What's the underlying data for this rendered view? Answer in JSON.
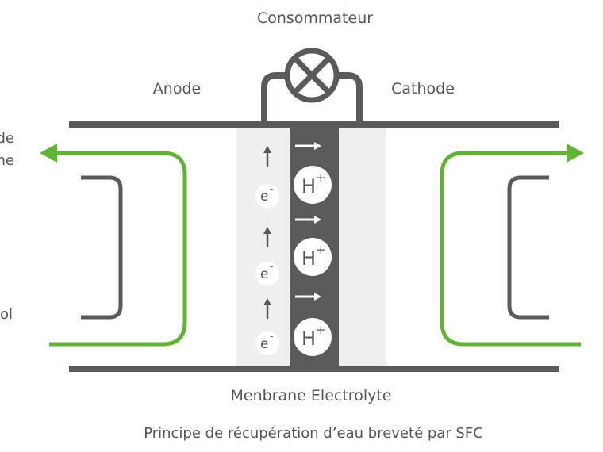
{
  "labels": {
    "consumer": "Consommateur",
    "anode": "Anode",
    "cathode": "Cathode",
    "membrane": "Menbrane Electrolyte",
    "caption": "Principe de récupération d’eau breveté par SFC",
    "left_cut_top_1": "de",
    "left_cut_top_2": "ne",
    "left_cut_bottom": "ol"
  },
  "cell": {
    "proton_label": "H",
    "proton_charge": "+",
    "electron_label": "e",
    "electron_charge": "-",
    "protons": [
      {
        "name": "proton-1"
      },
      {
        "name": "proton-2"
      },
      {
        "name": "proton-3"
      }
    ],
    "electrons": [
      {
        "name": "electron-1"
      },
      {
        "name": "electron-2"
      },
      {
        "name": "electron-3"
      }
    ]
  },
  "colors": {
    "dark_gray": "#5a5a5a",
    "light_gray": "#efefef",
    "green": "#5fb533",
    "white": "#ffffff",
    "text": "#555555"
  },
  "icons": {
    "consumer_symbol": "lamp-cross-icon",
    "flow_left": "arrow-left-icon",
    "flow_right": "arrow-right-icon",
    "electron_flow": "arrow-up-icon",
    "proton_flow": "arrow-right-icon"
  }
}
